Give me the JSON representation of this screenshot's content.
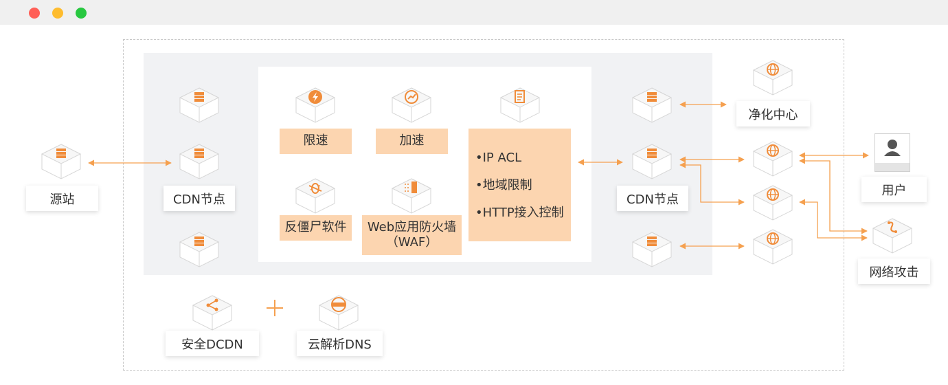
{
  "labels": {
    "source": "源站",
    "cdn_left": "CDN节点",
    "cdn_right": "CDN节点",
    "cleaning_center": "净化中心",
    "user": "用户",
    "attack": "网络攻击",
    "dcdn": "安全DCDN",
    "dns": "云解析DNS"
  },
  "features": {
    "rate_limit": "限速",
    "acceleration": "加速",
    "anti_bot": "反僵尸软件",
    "waf_line1": "Web应用防火墙",
    "waf_line2": "（WAF）",
    "acl_items": [
      "•IP ACL",
      "•地域限制",
      "•HTTP接入控制"
    ]
  },
  "colors": {
    "accent": "#f5a04f",
    "feature_bg": "#fcd5b0",
    "icon_orange": "#f08c3a"
  }
}
